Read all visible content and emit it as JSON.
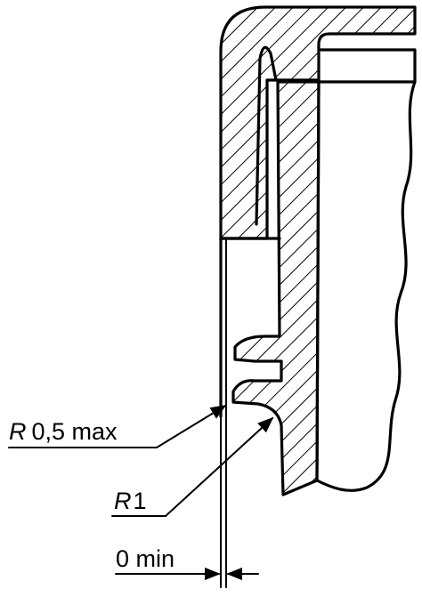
{
  "labels": {
    "radius_max": {
      "symbol": "R",
      "value": "0,5 max"
    },
    "radius": {
      "symbol": "R",
      "value": "1"
    },
    "gap": {
      "value": "0 min"
    }
  }
}
